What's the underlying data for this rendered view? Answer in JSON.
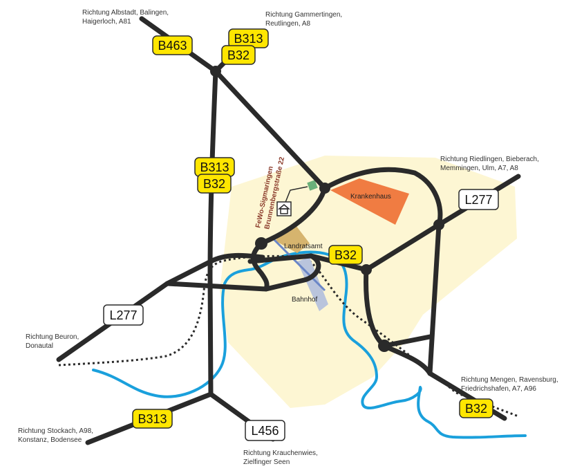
{
  "directions": {
    "albstadt": [
      "Richtung Albstadt, Balingen,",
      "Haigerloch, A81"
    ],
    "gammertingen": [
      "Richtung Gammertingen,",
      "Reutlingen, A8"
    ],
    "riedlingen": [
      "Richtung Riedlingen, Bieberach,",
      "Memmingen, Ulm, A7, A8"
    ],
    "beuron": [
      "Richtung Beuron,",
      "Donautal"
    ],
    "stockach": [
      "Richtung Stockach, A98,",
      "Konstanz, Bodensee"
    ],
    "krauchenwies": [
      "Richtung Krauchenwies,",
      "Zielfinger Seen"
    ],
    "mengen": [
      "Richtung Mengen, Ravensburg,",
      "Friedrichshafen, A7, A96"
    ]
  },
  "shields": {
    "b463": "B463",
    "b313_top": "B313",
    "b32_top": "B32",
    "b313_mid": "B313",
    "b32_mid": "B32",
    "b32_center": "B32",
    "b32_bottom": "B32",
    "b313_bottom": "B313",
    "l277_right": "L277",
    "l277_left": "L277",
    "l456": "L456"
  },
  "places": {
    "krankenhaus": "Krankenhaus",
    "landratsamt": "Landratsamt",
    "bahnhof": "Bahnhof"
  },
  "destination": {
    "name": "FeWo-Sigmaringen",
    "street": "Brunnenbergstraße 22"
  },
  "colors": {
    "town_area": "#fdf6d3",
    "road": "#2a2a2a",
    "river": "#1aa0dc",
    "railway": "#2a2a2a",
    "federal_shield": "#ffe600",
    "state_shield": "#ffffff",
    "hospital": "#f07c42",
    "district_office": "#d6b46e",
    "station": "#b9c4dc",
    "accent_text": "#8a3a2a"
  },
  "icons": {
    "destination_marker": "house-icon"
  }
}
